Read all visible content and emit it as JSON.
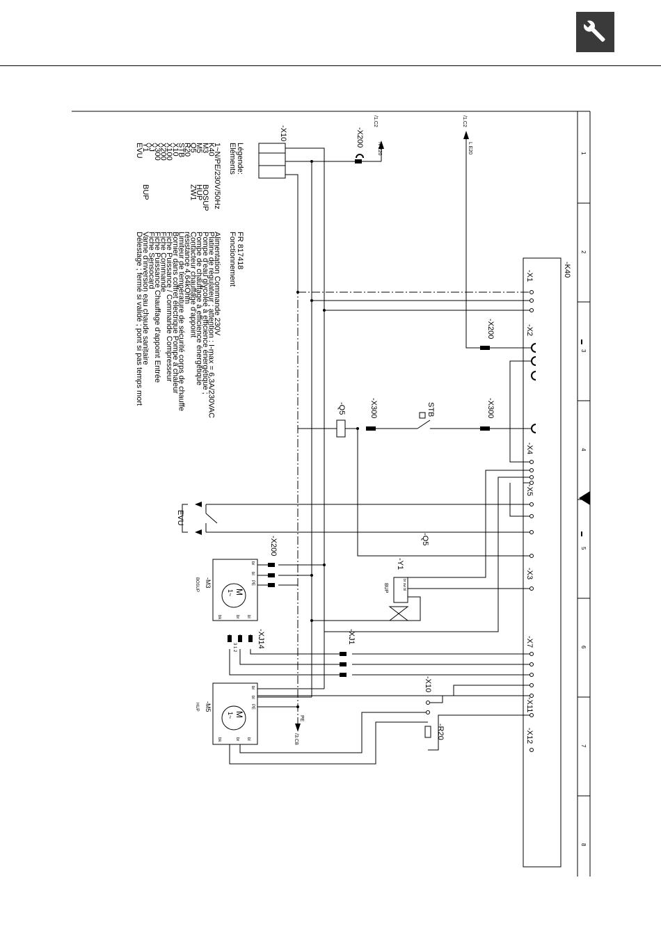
{
  "header": {
    "icon": "wrench-icon",
    "icon_color": "#3a3a3a"
  },
  "legend": {
    "heading": "Légende:",
    "subheading": "Eléments",
    "doc_ref": "FR 817418",
    "doc_sub": "Fonctionnement",
    "items": [
      {
        "code": "1~N/PE/230V/50Hz",
        "alt": "",
        "desc": "Alimentation Commande 230V"
      },
      {
        "code": "K40",
        "alt": "",
        "desc": "Platine de régulateur ; attention : I-max = 6,3A/230VAC"
      },
      {
        "code": "M3",
        "alt": "BOSUP",
        "desc": "Pompe d'eau glycolée à efficience énergétique ;"
      },
      {
        "code": "M5",
        "alt": "HUP",
        "desc": "Pompe de chauffage à efficience énergétique"
      },
      {
        "code": "Q5",
        "alt": "ZW1",
        "desc": "Contacteur chauffage d'appoint"
      },
      {
        "code": "R20",
        "alt": "",
        "desc": "résistance    4,64kOhm"
      },
      {
        "code": "STB",
        "alt": "",
        "desc": "Limiteur de température de sécurité corps de chauffe"
      },
      {
        "code": "X10",
        "alt": "",
        "desc": "Bornier dans coffret électrique Pompe à chaleur"
      },
      {
        "code": "X100",
        "alt": "",
        "desc": "Fiche Puissance / Commande Compresseur"
      },
      {
        "code": "X200",
        "alt": "",
        "desc": "Fiche Commande"
      },
      {
        "code": "X300",
        "alt": "",
        "desc": "Fiche Puissance Chauffage d'appoint Entrée"
      },
      {
        "code": "XJ",
        "alt": "",
        "desc": "Fiche Sensocard"
      },
      {
        "code": "Y1",
        "alt": "BUP",
        "desc": "Vanne d'inversion eau chaude sanitaire"
      },
      {
        "code": "EVU",
        "alt": "",
        "desc": "Délestage ; fermé si validé ; pont si pas temps mort"
      }
    ]
  },
  "columns": [
    "1",
    "2",
    "3",
    "4",
    "5",
    "6",
    "7",
    "8"
  ],
  "labels": {
    "k40": "-K40",
    "x1": "-X1",
    "x2": "-X2",
    "x4": "-X4",
    "x5": "-X5",
    "x3": "-X3",
    "x7": "-X7",
    "x11": "-X11",
    "x12": "-X12",
    "x10_board": "-X10",
    "x10_terminal": "-X10",
    "x200_a": "-X200",
    "x200_b": "-X200",
    "x200_c": "-X200",
    "x300_a": "-X300",
    "x300_b": "-X300",
    "q5": "-Q5",
    "q5_contact": "-Q5",
    "stb": "STB",
    "y1": "-Y1",
    "y1_sub": "BUP",
    "evu": "EVU",
    "xj1": "-XJ1",
    "xj14": "-XJ14",
    "m3": "-M3",
    "m3_sub": "BOSUP",
    "m5": "-M5",
    "m5_sub": "HUP",
    "r20": "-R20",
    "motor_M": "M",
    "motor_phase": "1~",
    "ref_n": "/1.C2",
    "ref_l": "/1.C2",
    "ref_pe": "/3.C8",
    "n_e20": "N  E20",
    "l_e20": "L  E20",
    "pe": "PE",
    "wire_br": "br",
    "wire_bl": "bl",
    "wire_pe": "PE",
    "wire_bk": "bk",
    "y1_wires": "br  sw  bl",
    "xj14_pins": "3  1  2"
  }
}
